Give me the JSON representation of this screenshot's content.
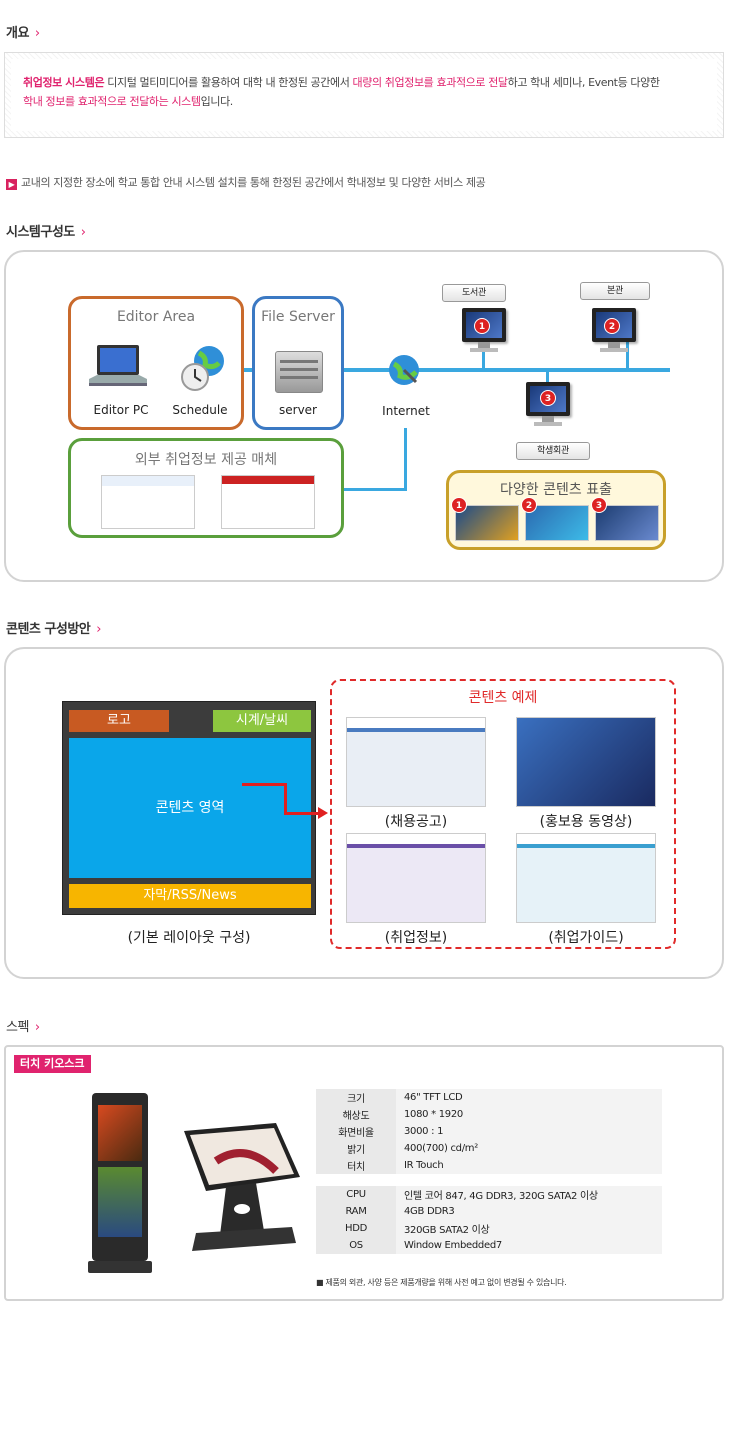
{
  "overview": {
    "title": "개요",
    "chevron": "›",
    "summary_part1": "취업정보 시스템은",
    "summary_part2": " 디지털 멀티미디어를 활용하여 대학 내 한정된 공간에서 ",
    "summary_part3": "대량의 취업정보를 효과적으로 전달",
    "summary_part4": "하고 학내 세미나, Event등 다양한",
    "summary_part5": "학내 정보를 효과적으로 전달하는 시스템",
    "summary_part6": "입니다.",
    "bullet_icon": "▶",
    "bullet_text": "교내의 지정한 장소에 학교 통합 안내 시스템 설치를 통해 한정된 공간에서 학내정보 및 다양한 서비스 제공"
  },
  "system": {
    "title": "시스템구성도",
    "editor_area": "Editor Area",
    "editor_pc": "Editor PC",
    "schedule": "Schedule",
    "file_server": "File Server",
    "server": "server",
    "internet": "Internet",
    "external_media": "외부 취업정보 제공 매체",
    "various_contents": "다양한 콘텐츠 표출",
    "loc1": "도서관",
    "loc2": "본관",
    "loc3": "학생회관",
    "n1": "1",
    "n2": "2",
    "n3": "3"
  },
  "contents": {
    "title": "콘텐츠 구성방안",
    "logo": "로고",
    "clock_weather": "시계/날씨",
    "content_area": "콘텐츠 영역",
    "ticker": "자막/RSS/News",
    "layout_caption": "(기본 레이아웃 구성)",
    "examples_title": "콘텐츠 예제",
    "ex1": "(채용공고)",
    "ex2": "(홍보용 동영상)",
    "ex3": "(취업정보)",
    "ex4": "(취업가이드)"
  },
  "spec": {
    "title": "스펙",
    "badge": "터치 키오스크",
    "rows": [
      {
        "k": "크기",
        "v": "46\" TFT LCD"
      },
      {
        "k": "해상도",
        "v": "1080 * 1920"
      },
      {
        "k": "화면비율",
        "v": "3000 : 1"
      },
      {
        "k": "밝기",
        "v": "400(700) cd/m²"
      },
      {
        "k": "터치",
        "v": "IR Touch"
      }
    ],
    "rows2": [
      {
        "k": "CPU",
        "v": "인텔 코어 847, 4G DDR3, 320G SATA2 이상"
      },
      {
        "k": "RAM",
        "v": "4GB DDR3"
      },
      {
        "k": "HDD",
        "v": "320GB SATA2 이상"
      },
      {
        "k": "OS",
        "v": "Window Embedded7"
      }
    ],
    "note": "■ 제품의 외관, 사양 등은 제품개량을 위해 사전 예고 없이 변경될 수 있습니다."
  },
  "colors": {
    "accent": "#e0236e",
    "editor_border": "#c96a2c",
    "server_border": "#3b79c3",
    "media_border": "#5a9f3c",
    "contents_border": "#c8a02a",
    "net_line": "#3aa8e0",
    "logo_bg": "#c85a22",
    "clock_bg": "#8dc63f",
    "content_bg": "#0aa6ea",
    "ticker_bg": "#f7b500",
    "example_border": "#e02a2a"
  }
}
